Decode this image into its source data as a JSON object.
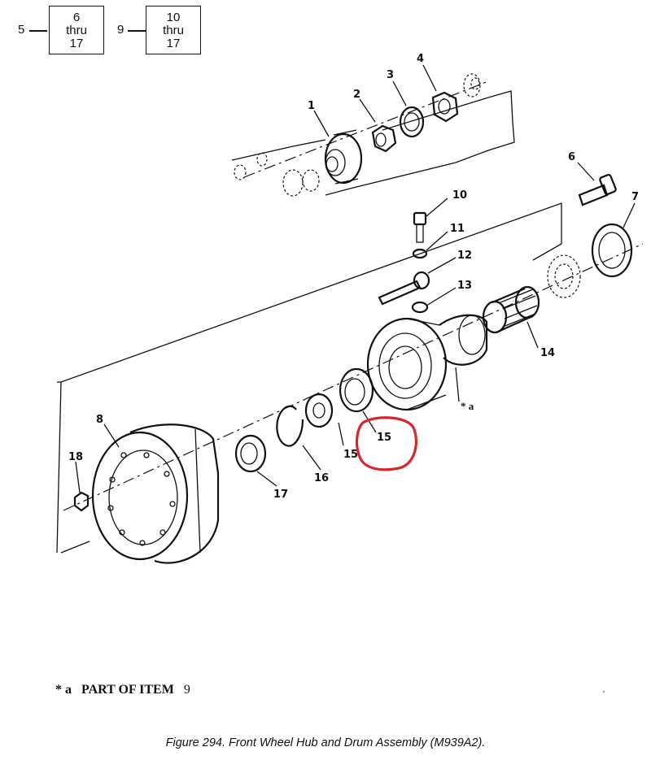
{
  "references": [
    {
      "lead": "5",
      "line1": "6",
      "line2": "thru",
      "line3": "17"
    },
    {
      "lead": "9",
      "line1": "10",
      "line2": "thru",
      "line3": "17"
    }
  ],
  "callouts": {
    "c1": "1",
    "c2": "2",
    "c3": "3",
    "c4": "4",
    "c6": "6",
    "c7": "7",
    "c8": "8",
    "c10": "10",
    "c11": "11",
    "c12": "12",
    "c13": "13",
    "c14": "14",
    "c15": "15",
    "c15b": "15",
    "c16": "16",
    "c17": "17",
    "c18": "18",
    "ca": "* a"
  },
  "highlight": {
    "color": "#d9262b"
  },
  "note": {
    "marker": "* a",
    "text": "PART OF ITEM",
    "item": "9"
  },
  "caption": "Figure 294.  Front Wheel Hub and Drum Assembly (M939A2)."
}
